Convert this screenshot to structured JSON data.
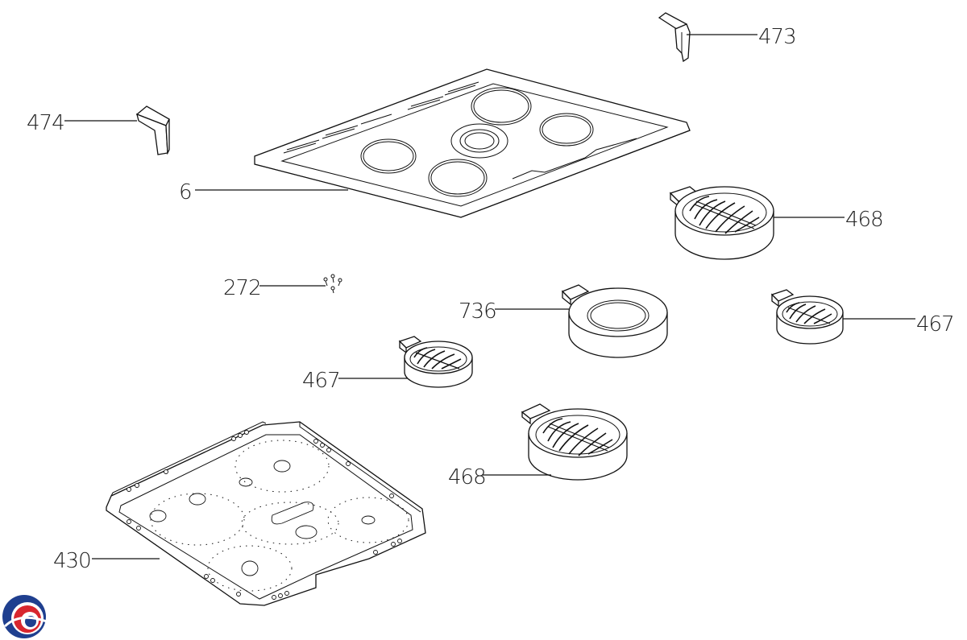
{
  "labels": {
    "p473": "473",
    "p474": "474",
    "p6": "6",
    "p468a": "468",
    "p272": "272",
    "p736": "736",
    "p467a": "467",
    "p467b": "467",
    "p468b": "468",
    "p430": "430"
  },
  "colors": {
    "line": "#111111",
    "logo_blue": "#1f3f8f",
    "logo_red": "#d8262e"
  }
}
